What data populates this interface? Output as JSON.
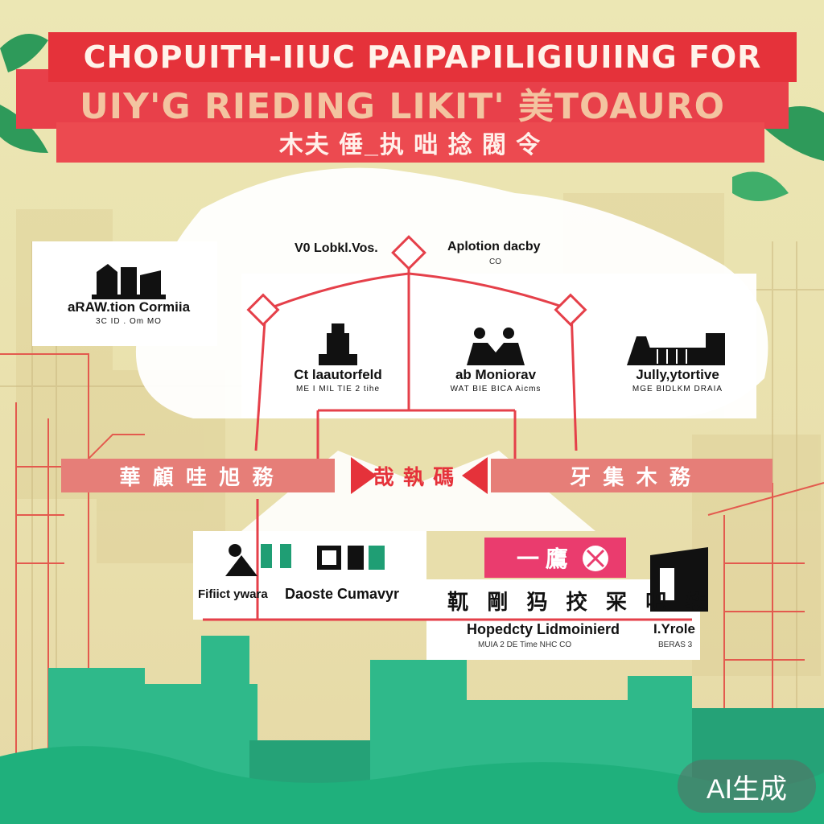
{
  "title": {
    "line1": "CHOPUITH-IIUC PAIPAPILIGIUIING FOR",
    "line2": "UIY'G RIEDING LIKIT' 美TOAURO",
    "line3": "木夫 倕_执 咄 捻 閥 令"
  },
  "top_nodes": [
    {
      "label": "V0 Lobkl.Vos.",
      "sub": ""
    },
    {
      "label": "Aplotion dacby",
      "sub": "CO"
    }
  ],
  "left_node": {
    "label": "aRAW.tion Cormiia",
    "sub": "3C ID  .  Om   MO"
  },
  "mid_nodes": [
    {
      "label": "Ct laautorfeld",
      "sub": "ME  I  MIL  TIE  2 tihe"
    },
    {
      "label": "ab Moniorav",
      "sub": "WAT BIE  BICA  Aicms"
    },
    {
      "label": "Jully,ytortive",
      "sub": "MGE  BIDLKM  DRAIA"
    }
  ],
  "connector_bar": {
    "left_text": "華 顧 哇 旭 務",
    "center_text": "哉 執 碼",
    "right_text": "牙 集 木 務"
  },
  "bottom": {
    "hot_label": "一 鷹",
    "cjk_row": "靰 剛 犸 挍 冞 吧 轶",
    "left_label": "Fifiict ywara",
    "left_sub": "",
    "mid_label": "Daoste Cumavyr",
    "mid_sub": "",
    "right_label": "Hopedcty Lidmoinierd",
    "right_sub": "MUIA  2  DE  Time   NHC CO",
    "far_label": "I.Yrole",
    "far_sub": "BERAS  3"
  },
  "watermark": "AI生成",
  "colors": {
    "accent_red": "#e5323a",
    "pink": "#ea3c6e",
    "green": "#2fb98a",
    "cream": "#ece7b4"
  }
}
